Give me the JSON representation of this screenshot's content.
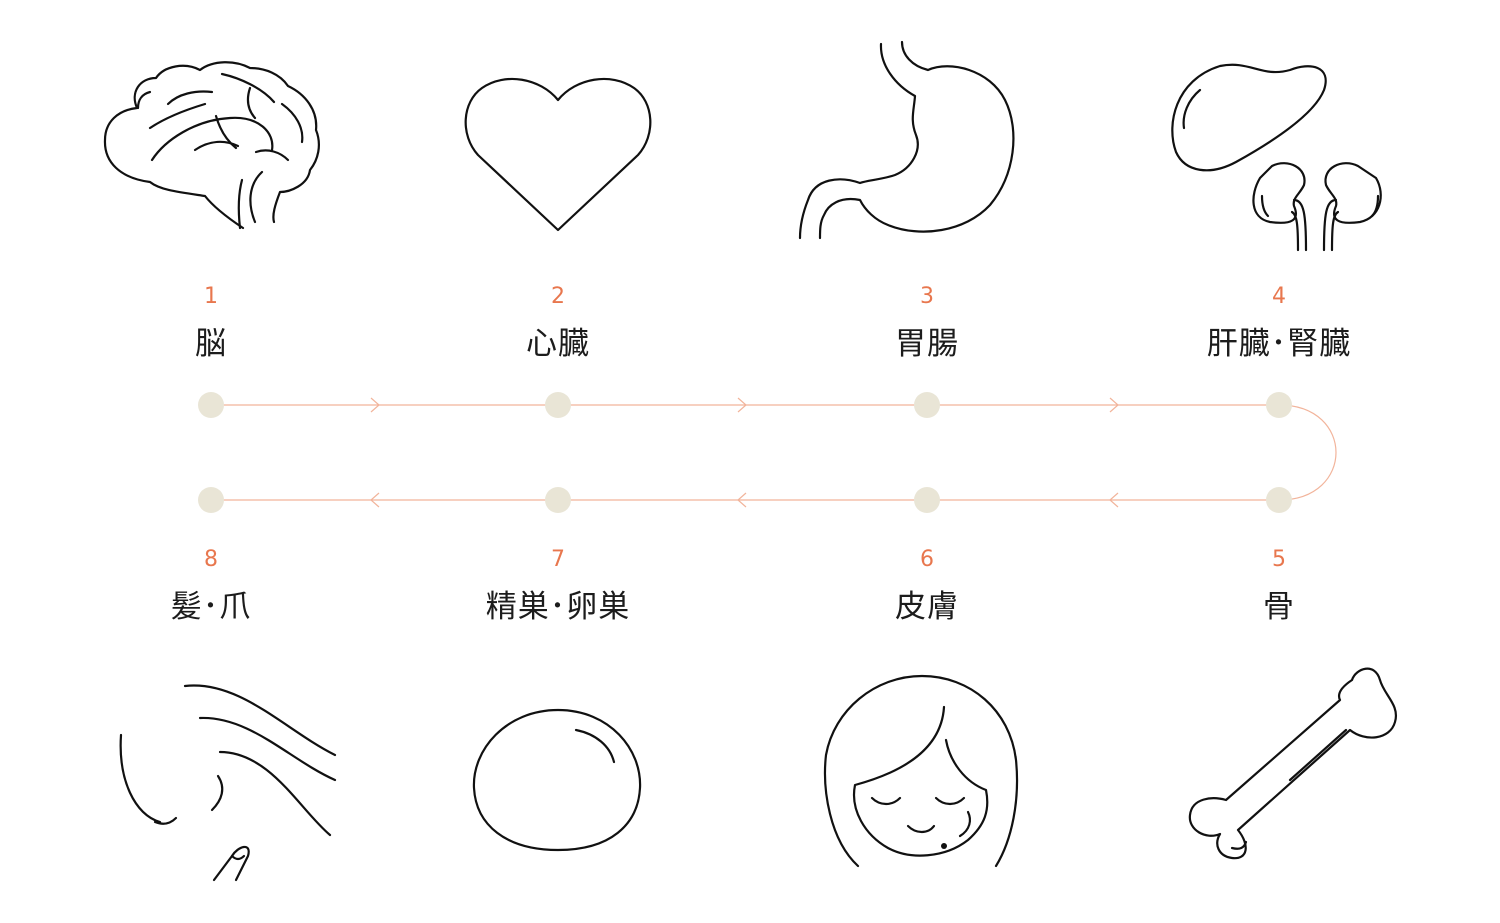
{
  "colors": {
    "accent": "#E8774E",
    "line": "#F2B49B",
    "dot": "#E9E5D6",
    "text": "#1c1c1c",
    "icon_stroke": "#111111"
  },
  "steps": [
    {
      "number": "1",
      "label": "脳",
      "icon": "brain-icon"
    },
    {
      "number": "2",
      "label": "心臓",
      "icon": "heart-icon"
    },
    {
      "number": "3",
      "label": "胃腸",
      "icon": "stomach-icon"
    },
    {
      "number": "4",
      "label": "肝臓･腎臓",
      "icon": "liver-kidney-icon"
    },
    {
      "number": "5",
      "label": "骨",
      "icon": "bone-icon"
    },
    {
      "number": "6",
      "label": "皮膚",
      "icon": "face-skin-icon"
    },
    {
      "number": "7",
      "label": "精巣･卵巣",
      "icon": "gonad-icon"
    },
    {
      "number": "8",
      "label": "髪･爪",
      "icon": "hair-nail-icon"
    }
  ]
}
